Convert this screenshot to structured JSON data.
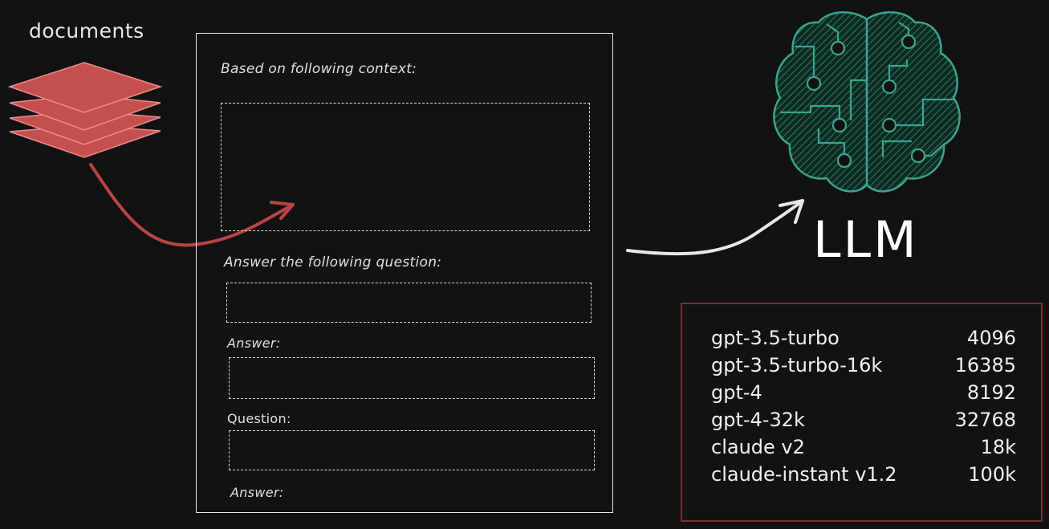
{
  "documents": {
    "label": "documents"
  },
  "prompt": {
    "context_intro": "Based on following context:",
    "question_intro": "Answer the following question:",
    "answer_label_1": "Answer:",
    "question_label": "Question:",
    "answer_label_2": "Answer:"
  },
  "llm": {
    "label": "LLM"
  },
  "models": {
    "rows": [
      {
        "name": "gpt-3.5-turbo",
        "context": "4096"
      },
      {
        "name": "gpt-3.5-turbo-16k",
        "context": "16385"
      },
      {
        "name": "gpt-4",
        "context": "8192"
      },
      {
        "name": "gpt-4-32k",
        "context": "32768"
      },
      {
        "name": "claude v2",
        "context": "18k"
      },
      {
        "name": "claude-instant v1.2",
        "context": "100k"
      }
    ]
  },
  "colors": {
    "background": "#121212",
    "documents_fill": "#c44f4f",
    "documents_stroke": "#f08a8a",
    "arrow_red": "#b84444",
    "arrow_white": "#e8e8e8",
    "brain_stroke": "#3aa58a",
    "brain_fill": "#13402f",
    "table_border": "#7a2e2e"
  }
}
